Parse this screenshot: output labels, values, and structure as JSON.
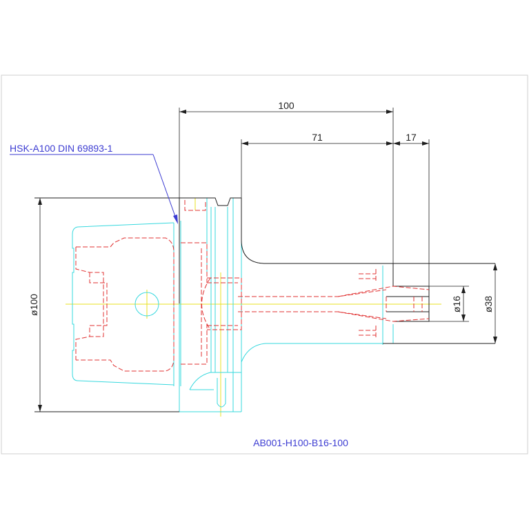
{
  "dimensions": {
    "overall_length": "100",
    "gauge_length": "71",
    "nose_length": "17",
    "flange_diameter": "ø100",
    "collet_bore": "ø16",
    "nose_diameter": "ø38"
  },
  "notes": {
    "standard": "HSK-A100 DIN 69893-1",
    "part_number": "AB001-H100-B16-100"
  },
  "colors": {
    "outline": "#1e1e1e",
    "body": "#36d8de",
    "hidden": "#e03030",
    "centerline": "#e8e020",
    "annotation": "#3c3cd2"
  }
}
